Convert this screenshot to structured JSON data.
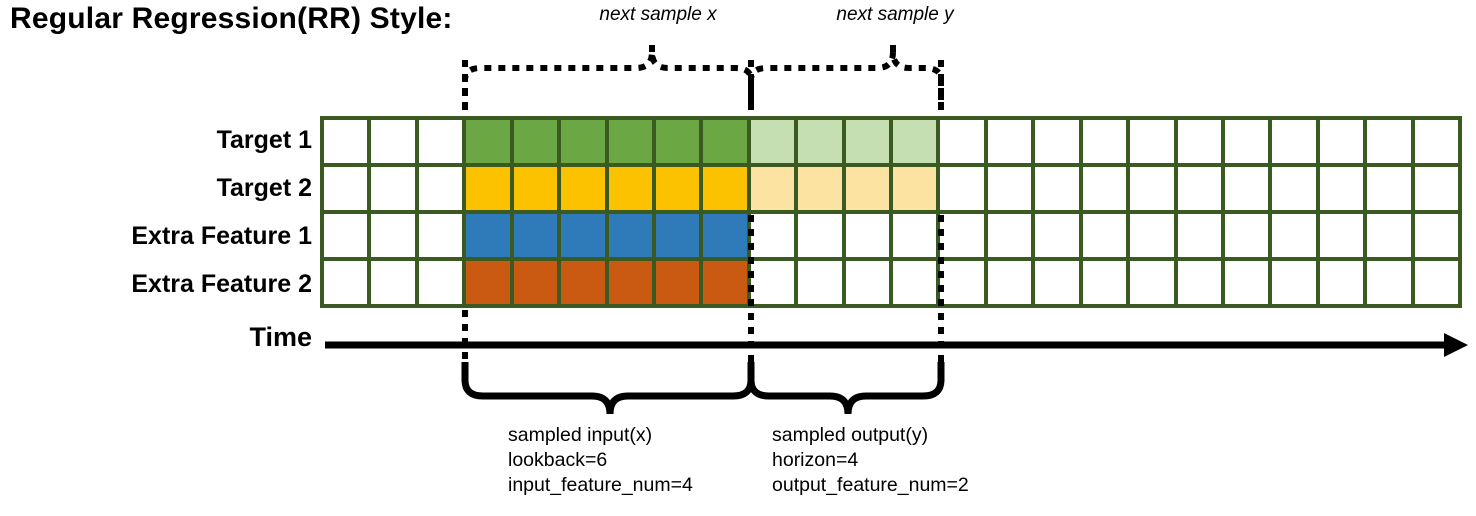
{
  "title": "Regular Regression(RR) Style:",
  "rows": [
    {
      "label": "Target 1",
      "name": "target-1"
    },
    {
      "label": "Target 2",
      "name": "target-2"
    },
    {
      "label": "Extra Feature 1",
      "name": "extra-feature-1"
    },
    {
      "label": "Extra Feature 2",
      "name": "extra-feature-2"
    }
  ],
  "grid": {
    "columns": 24,
    "rows": 4,
    "border_color": "#3a5a22",
    "empty_color": "#ffffff",
    "cell_colors": {
      "green": "#6ba843",
      "green_light": "#c5dfb3",
      "yellow": "#fcc200",
      "yellow_light": "#fde3a1",
      "blue": "#2f7ab9",
      "orange": "#ca5a11"
    },
    "fill": [
      [
        "",
        "",
        "",
        "green",
        "green",
        "green",
        "green",
        "green",
        "green",
        "green_light",
        "green_light",
        "green_light",
        "green_light",
        "",
        "",
        "",
        "",
        "",
        "",
        "",
        "",
        "",
        "",
        ""
      ],
      [
        "",
        "",
        "",
        "yellow",
        "yellow",
        "yellow",
        "yellow",
        "yellow",
        "yellow",
        "yellow_light",
        "yellow_light",
        "yellow_light",
        "yellow_light",
        "",
        "",
        "",
        "",
        "",
        "",
        "",
        "",
        "",
        "",
        ""
      ],
      [
        "",
        "",
        "",
        "blue",
        "blue",
        "blue",
        "blue",
        "blue",
        "blue",
        "",
        "",
        "",
        "",
        "",
        "",
        "",
        "",
        "",
        "",
        "",
        "",
        "",
        "",
        ""
      ],
      [
        "",
        "",
        "",
        "orange",
        "orange",
        "orange",
        "orange",
        "orange",
        "orange",
        "",
        "",
        "",
        "",
        "",
        "",
        "",
        "",
        "",
        "",
        "",
        "",
        "",
        "",
        ""
      ]
    ]
  },
  "time_axis": {
    "label": "Time"
  },
  "top_annotations": [
    {
      "name": "next-sample-x",
      "text": "next sample x"
    },
    {
      "name": "next-sample-y",
      "text": "next sample y"
    }
  ],
  "bottom_annotations": [
    {
      "name": "sampled-input",
      "line1": "sampled input(x)",
      "line2": "lookback=6",
      "line3": "input_feature_num=4"
    },
    {
      "name": "sampled-output",
      "line1": "sampled output(y)",
      "line2": "horizon=4",
      "line3": "output_feature_num=2"
    }
  ]
}
